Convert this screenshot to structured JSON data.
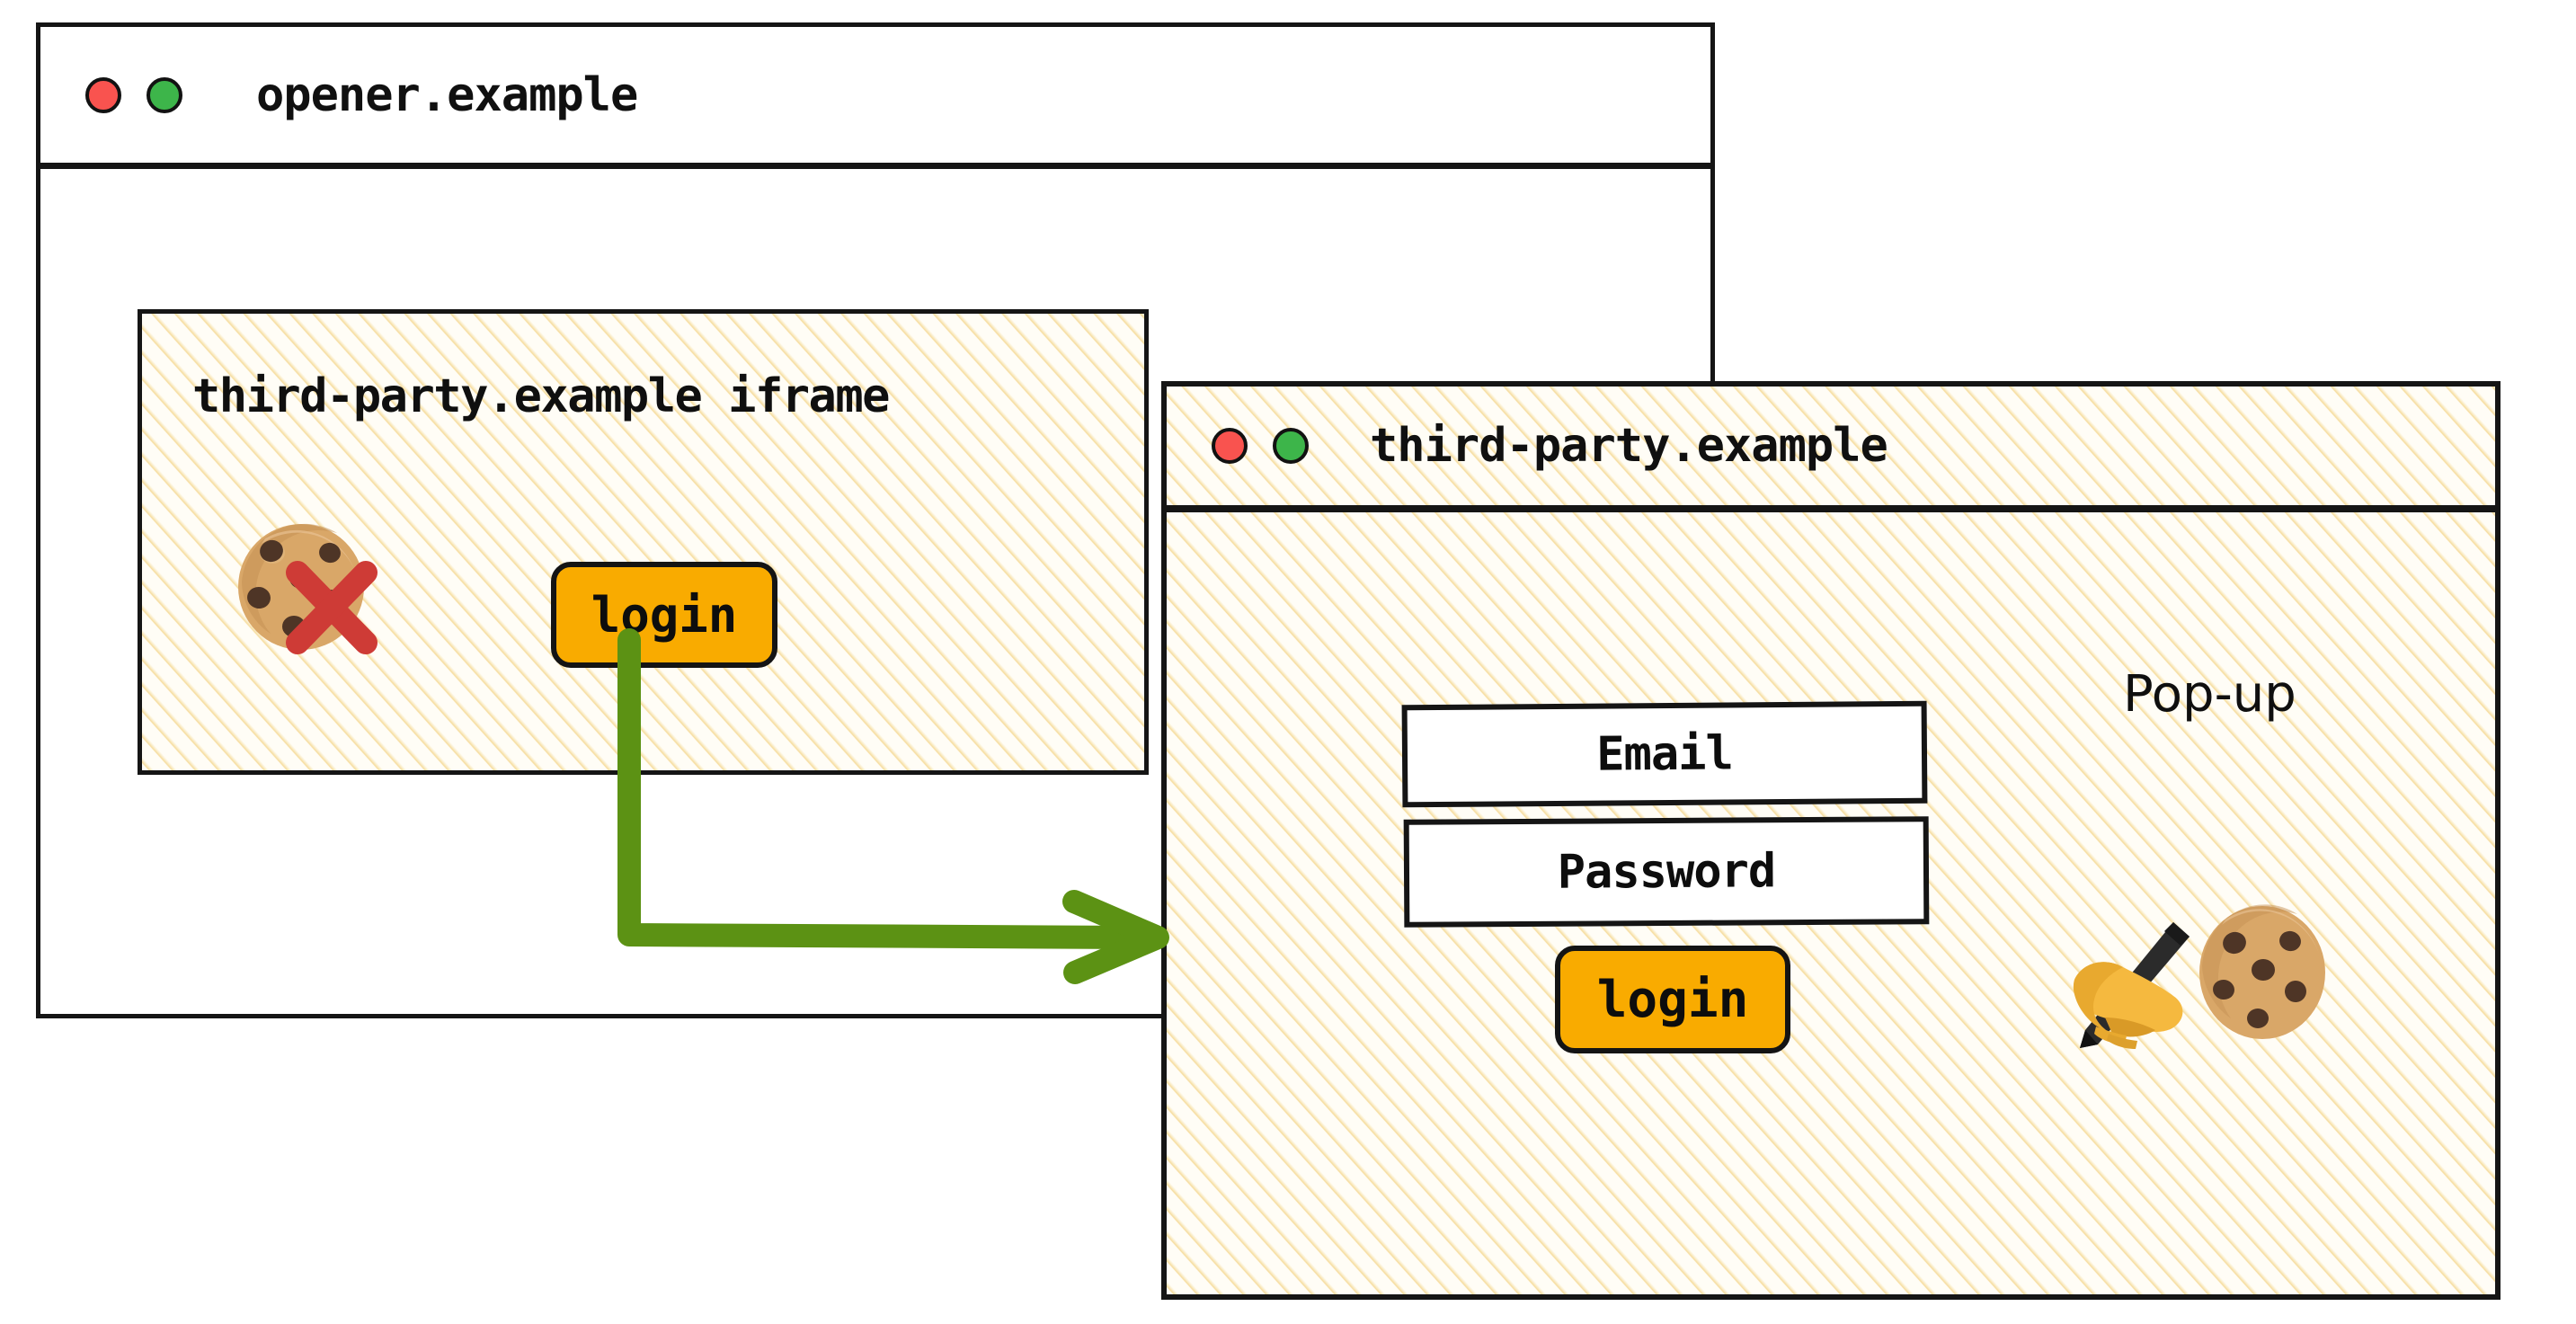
{
  "diagram": {
    "title": "Third-party iframe popup login flow",
    "colors": {
      "accent_button": "#F9AB00",
      "arrow_green": "#5C9214",
      "blocked_red": "#CE3B36",
      "hatch_gold": "#F4D68D",
      "traffic_red": "#F9534F",
      "traffic_green": "#3DB54A",
      "stroke_black": "#151515"
    }
  },
  "opener_window": {
    "titlebar": {
      "traffic_lights": [
        "close-red",
        "maximize-green"
      ],
      "url": "opener.example"
    },
    "iframe": {
      "label": "third-party.example iframe",
      "cookie_blocked_icon": "cookie-icon",
      "blocked_cross_icon": "cross-mark-icon",
      "login_button_label": "login"
    }
  },
  "popup_window": {
    "titlebar": {
      "traffic_lights": [
        "close-red",
        "maximize-green"
      ],
      "url": "third-party.example"
    },
    "caption": "Pop-up",
    "form": {
      "email_label": "Email",
      "password_label": "Password",
      "login_button_label": "login"
    },
    "cookie_written_icon": "cookie-icon",
    "writing_hand_icon": "writing-hand-icon"
  },
  "arrow": {
    "label": "",
    "from": "iframe-login-button",
    "to": "popup-window"
  }
}
